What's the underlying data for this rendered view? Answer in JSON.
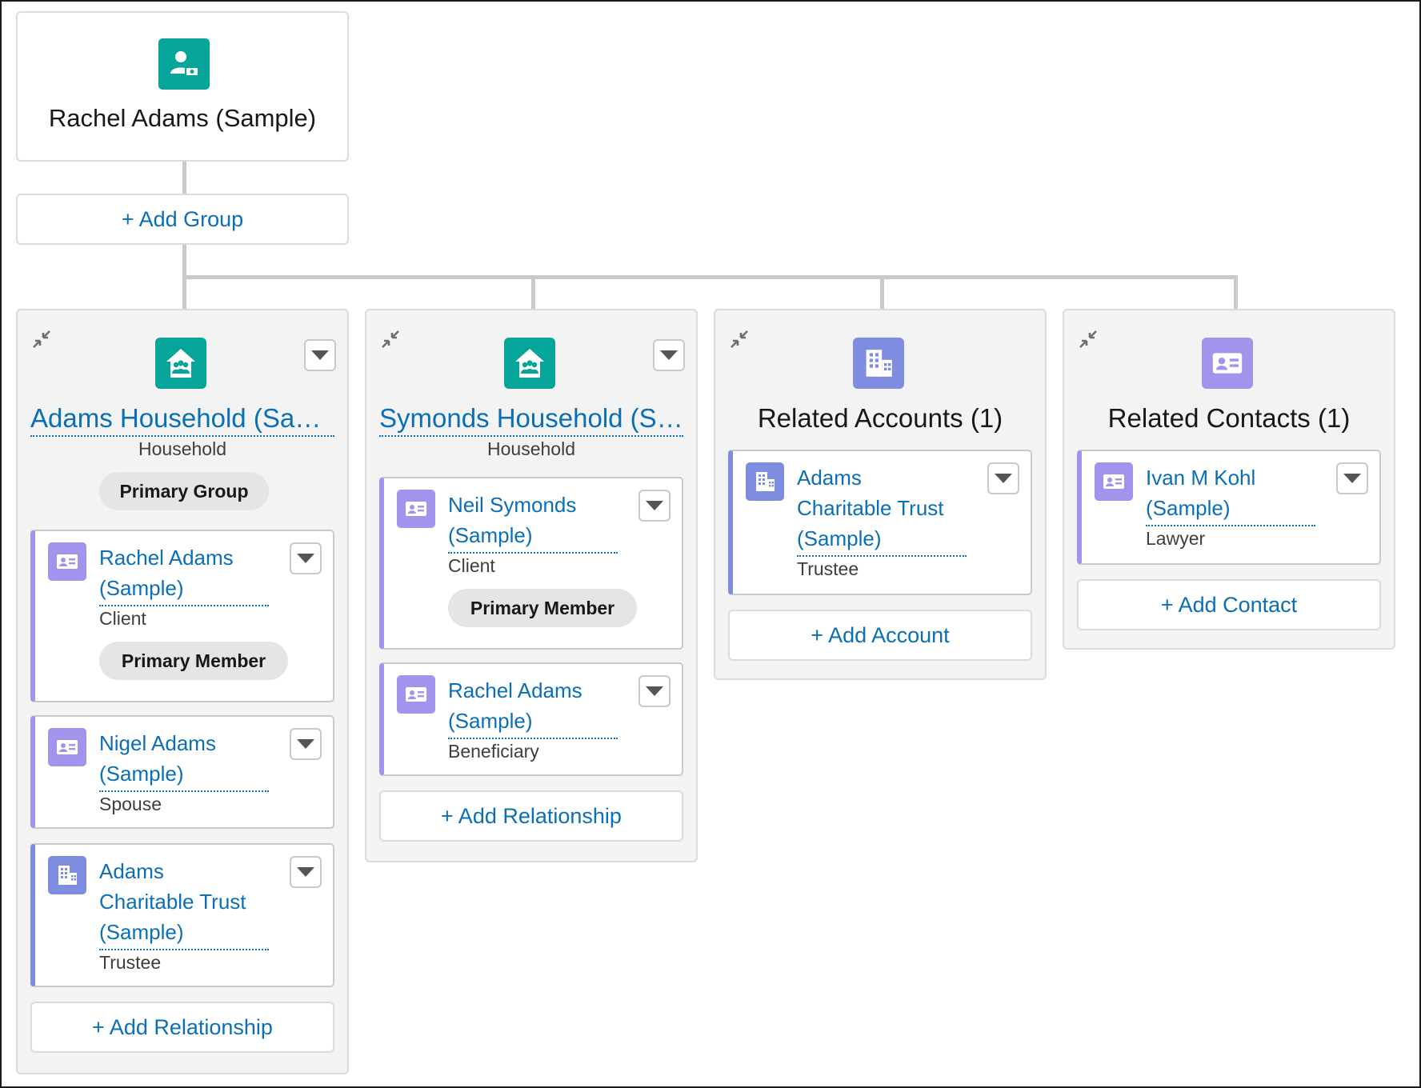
{
  "root": {
    "name": "Rachel Adams (Sample)",
    "icon": "person-account-icon"
  },
  "add_group_label": "+ Add Group",
  "columns": [
    {
      "title": "Adams Household (Sample)",
      "subtitle": "Household",
      "badge": "Primary Group",
      "icon": "household-icon",
      "cards": [
        {
          "name": "Rachel Adams (Sample)",
          "line1": "Rachel Adams",
          "line2": "(Sample)",
          "role": "Client",
          "badge": "Primary Member",
          "icon": "contact-card-icon"
        },
        {
          "name": "Nigel Adams (Sample)",
          "line1": "Nigel Adams",
          "line2": "(Sample)",
          "role": "Spouse",
          "icon": "contact-card-icon"
        },
        {
          "name": "Adams Charitable Trust (Sample)",
          "line1": "Adams",
          "line2": "Charitable Trust",
          "line3": "(Sample)",
          "role": "Trustee",
          "icon": "building-icon"
        }
      ],
      "add_label": "+ Add Relationship"
    },
    {
      "title": "Symonds Household (Sample)",
      "subtitle": "Household",
      "icon": "household-icon",
      "cards": [
        {
          "name": "Neil Symonds (Sample)",
          "line1": "Neil Symonds",
          "line2": "(Sample)",
          "role": "Client",
          "badge": "Primary Member",
          "icon": "contact-card-icon"
        },
        {
          "name": "Rachel Adams (Sample)",
          "line1": "Rachel Adams",
          "line2": "(Sample)",
          "role": "Beneficiary",
          "icon": "contact-card-icon"
        }
      ],
      "add_label": "+ Add Relationship"
    },
    {
      "title": "Related Accounts (1)",
      "icon": "building-icon",
      "cards": [
        {
          "name": "Adams Charitable Trust (Sample)",
          "line1": "Adams",
          "line2": "Charitable Trust",
          "line3": "(Sample)",
          "role": "Trustee",
          "icon": "building-icon"
        }
      ],
      "add_label": "+ Add Account"
    },
    {
      "title": "Related Contacts (1)",
      "icon": "contact-card-icon",
      "cards": [
        {
          "name": "Ivan M Kohl (Sample)",
          "line1": "Ivan M Kohl",
          "line2": "(Sample)",
          "role": "Lawyer",
          "icon": "contact-card-icon"
        }
      ],
      "add_label": "+ Add Contact"
    }
  ],
  "colors": {
    "link": "#0b6fb5",
    "teal": "#06a59a",
    "indigo": "#7f8de1",
    "purple": "#a094ed",
    "border": "#dddbda"
  }
}
